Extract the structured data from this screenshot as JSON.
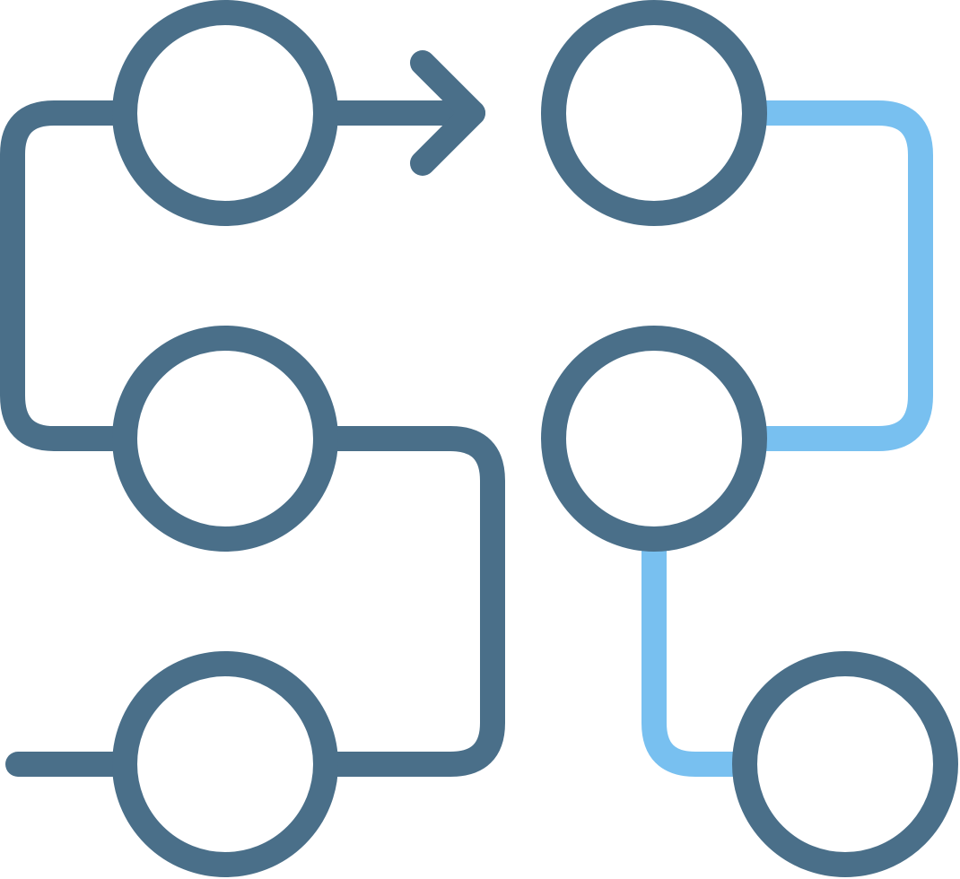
{
  "icon": {
    "name": "workflow-process-icon",
    "colors": {
      "primary": "#4a6f89",
      "accent": "#78c0f0",
      "background": "#ffffff"
    },
    "nodes": [
      {
        "id": "node-top-left"
      },
      {
        "id": "node-middle-left"
      },
      {
        "id": "node-bottom-left"
      },
      {
        "id": "node-top-right"
      },
      {
        "id": "node-middle-right"
      },
      {
        "id": "node-bottom-right"
      }
    ],
    "connectors": [
      {
        "id": "left-loop-connector",
        "color_role": "primary"
      },
      {
        "id": "arrow-connector",
        "color_role": "primary",
        "arrowhead": true
      },
      {
        "id": "middle-to-bottom-connector",
        "color_role": "primary"
      },
      {
        "id": "input-line-connector",
        "color_role": "primary"
      },
      {
        "id": "right-loop-connector",
        "color_role": "accent"
      },
      {
        "id": "right-down-connector",
        "color_role": "accent"
      }
    ]
  }
}
